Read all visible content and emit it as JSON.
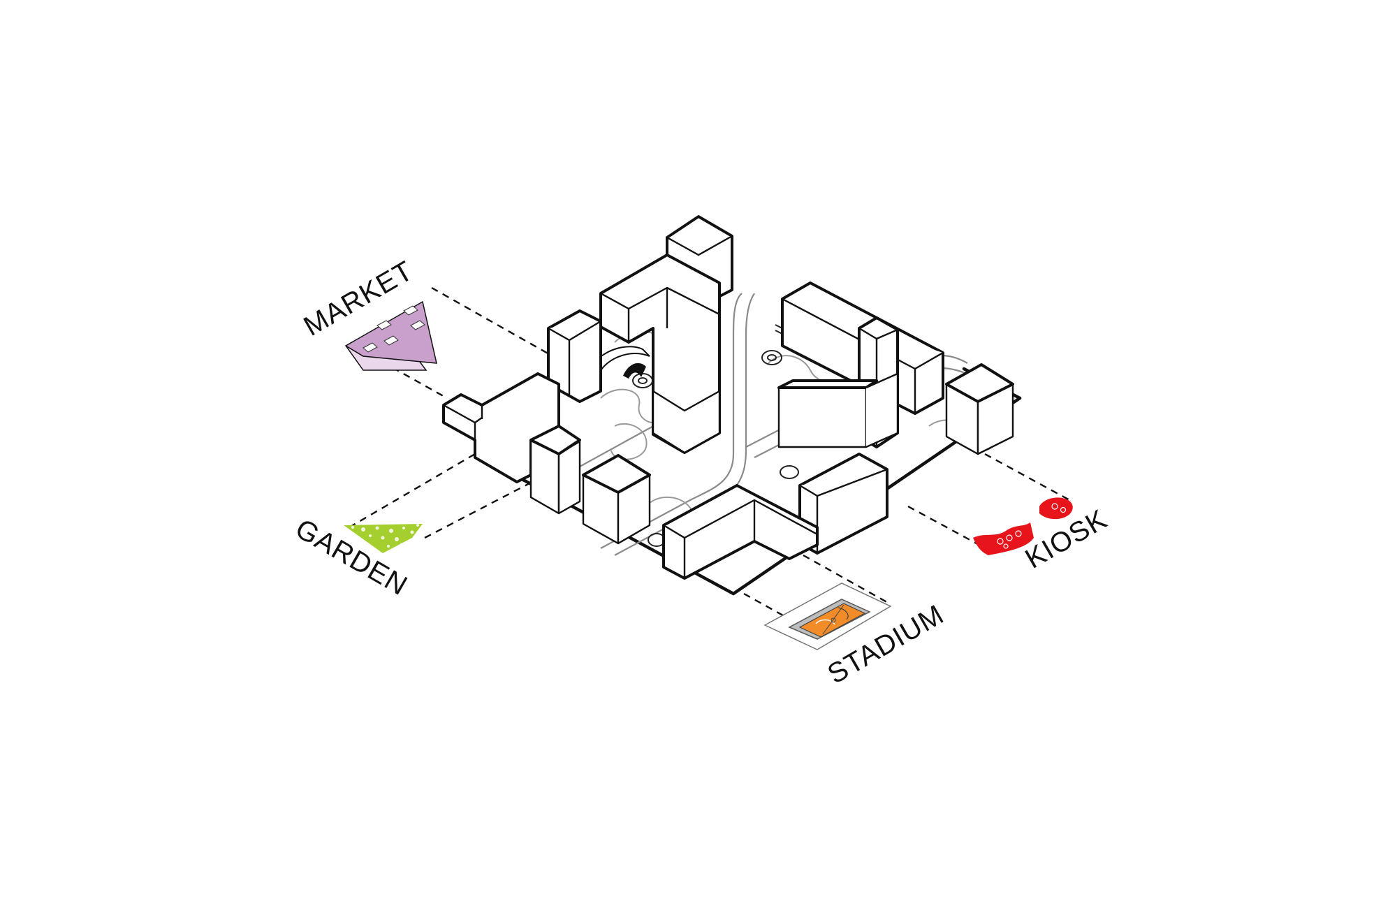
{
  "diagram": {
    "labels": {
      "market": "MARKET",
      "garden": "GARDEN",
      "stadium": "STADIUM",
      "kiosk": "KIOSK"
    },
    "colors": {
      "market": "#c9a0cc",
      "market_shadow": "#ead7ec",
      "garden": "#a4cf2e",
      "stadium": "#f28c28",
      "kiosk": "#e8141b",
      "outline": "#111111",
      "background": "#ffffff"
    }
  }
}
